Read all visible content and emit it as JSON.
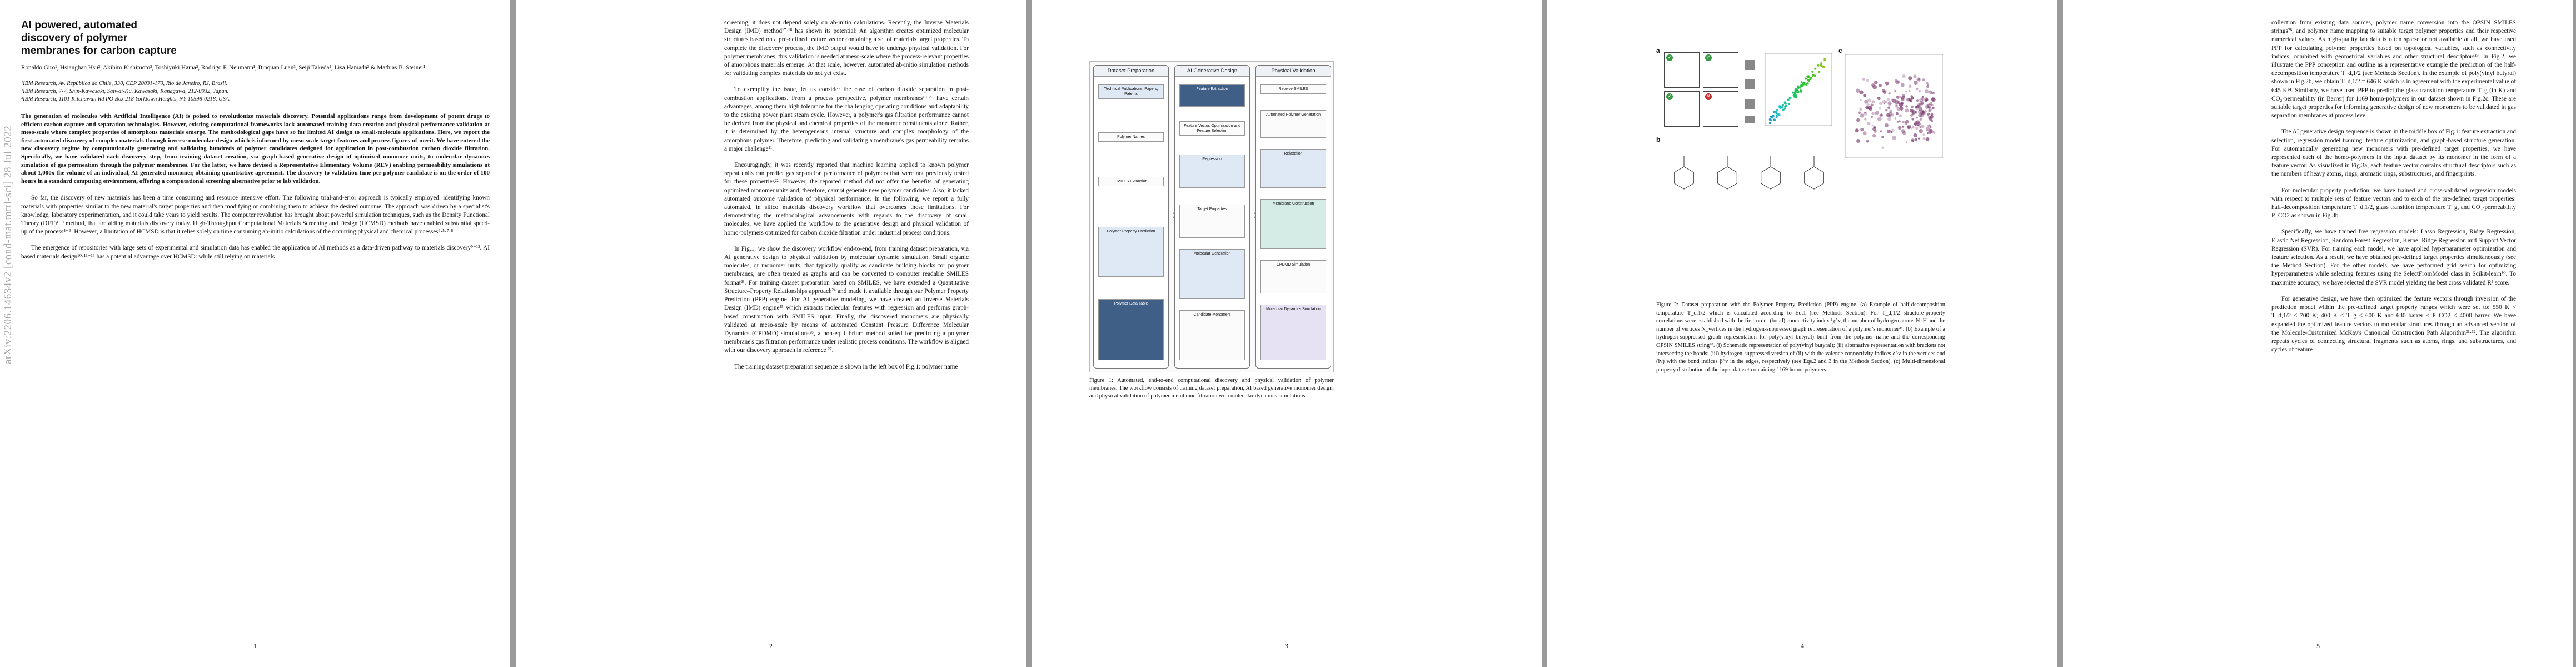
{
  "arxiv_id": "arXiv:2206.14634v2  [cond-mat.mtrl-sci]  28 Jul 2022",
  "pages": {
    "p1": {
      "title": "AI powered, automated discovery of polymer membranes for carbon capture",
      "authors": "Ronaldo Giro¹, Hsianghan Hsu², Akihiro Kishimoto², Toshiyuki Hama², Rodrigo F. Neumann¹, Binquan Luan³, Seiji Takeda², Lisa Hamada² & Mathias B. Steiner¹",
      "affiliations": [
        "¹IBM Research, Av. República do Chile, 330, CEP 20031-170, Rio de Janeiro, RJ, Brazil.",
        "²IBM Research, 7-7, Shin-Kawasaki, Saiwai-Ku, Kawasaki, Kanagawa, 212-0032, Japan.",
        "³IBM Research, 1101 Kitchawan Rd PO Box 218 Yorktown Heights, NY 10598-0218, USA."
      ],
      "abstract": "The generation of molecules with Artificial Intelligence (AI) is poised to revolutionize materials discovery. Potential applications range from development of potent drugs to efficient carbon capture and separation technologies. However, existing computational frameworks lack automated training data creation and physical performance validation at meso-scale where complex properties of amorphous materials emerge. The methodological gaps have so far limited AI design to small-molecule applications. Here, we report the first automated discovery of complex materials through inverse molecular design which is informed by meso-scale target features and process figures-of-merit. We have entered the new discovery regime by computationally generating and validating hundreds of polymer candidates designed for application in post-combustion carbon dioxide filtration. Specifically, we have validated each discovery step, from training dataset creation, via graph-based generative design of optimized monomer units, to molecular dynamics simulation of gas permeation through the polymer membranes. For the latter, we have devised a Representative Elementary Volume (REV) enabling permeability simulations at about 1,000x the volume of an individual, AI-generated monomer, obtaining quantitative agreement. The discovery-to-validation time per polymer candidate is on the order of 100 hours in a standard computing environment, offering a computational screening alternative prior to lab validation.",
      "paragraphs": [
        "So far, the discovery of new materials has been a time consuming and resource intensive effort. The following trial-and-error approach is typically employed: identifying known materials with properties similar to the new material's target properties and then modifying or combining them to achieve the desired outcome. The approach was driven by a specialist's knowledge, laboratory experimentation, and it could take years to yield results. The computer revolution has brought about powerful simulation techniques, such as the Density Functional Theory (DFT)¹⁻³ method, that are aiding materials discovery today. High-Throughput Computational Materials Screening and Design (HCMSD) methods have enabled substantial speed-up of the process⁴⁻⁶. However, a limitation of HCMSD is that it relies solely on time consuming ab-initio calculations of the occurring physical and chemical processes⁴·⁵·⁷·⁸.",
        "The emergence of repositories with large sets of experimental and simulation data has enabled the application of AI methods as a data-driven pathway to materials discovery⁹⁻¹². AI based materials design¹⁰·¹³⁻¹⁶ has a potential advantage over HCMSD: while still relying on materials"
      ],
      "page_number": "1"
    },
    "p2": {
      "paragraphs": [
        "screening, it does not depend solely on ab-initio calculations. Recently, the Inverse Materials Design (IMD) method¹⁷·¹⁸ has shown its potential: An algorithm creates optimized molecular structures based on a pre-defined feature vector containing a set of materials target properties. To complete the discovery process, the IMD output would have to undergo physical validation. For polymer membranes, this validation is needed at meso-scale where the process-relevant properties of amorphous materials emerge. At that scale, however, automated ab-initio simulation methods for validating complex materials do not yet exist.",
        "To exemplify the issue, let us consider the case of carbon dioxide separation in post-combustion applications. From a process perspective, polymer membranes¹⁹·²⁰ have certain advantages, among them high tolerance for the challenging operating conditions and adaptability to the existing power plant steam cycle. However, a polymer's gas filtration performance cannot be derived from the physical and chemical properties of the monomer constituents alone. Rather, it is determined by the heterogeneous internal structure and complex morphology of the amorphous polymer. Therefore, predicting and validating a membrane's gas permeability remains a major challenge²¹.",
        "Encouragingly, it was recently reported that machine learning applied to known polymer repeat units can predict gas separation performance of polymers that were not previously tested for these properties²². However, the reported method did not offer the benefits of generating optimized monomer units and, therefore, cannot generate new polymer candidates. Also, it lacked automated outcome validation of physical performance. In the following, we report a fully automated, in silico materials discovery workflow that overcomes those limitations. For demonstrating the methodological advancements with regards to the discovery of small molecules, we have applied the workflow to the generative design and physical validation of homo-polymers optimized for carbon dioxide filtration under industrial process conditions.",
        "In Fig.1, we show the discovery workflow end-to-end, from training dataset preparation, via AI generative design to physical validation by molecular dynamic simulation. Small organic molecules, or monomer units, that typically qualify as candidate building blocks for polymer membranes, are often treated as graphs and can be converted to computer readable SMILES format²³. For training dataset preparation based on SMILES, we have extended a Quantitative Structure–Property Relationships approach²⁴ and made it available through our Polymer Property Prediction (PPP) engine. For AI generative modeling, we have created an Inverse Materials Design (IMD) engine²⁵ which extracts molecular features with regression and performs graph-based construction with SMILES input. Finally, the discovered monomers are physically validated at meso-scale by means of automated Constant Pressure Difference Molecular Dynamics (CPDMD) simulations²⁶, a non-equilibrium method suited for predicting a polymer membrane's gas filtration performance under realistic process conditions. The workflow is aligned with our discovery approach in reference ²⁷.",
        "The training dataset preparation sequence is shown in the left box of Fig.1: polymer name"
      ],
      "page_number": "2"
    },
    "p3": {
      "figure": {
        "columns": [
          {
            "title": "Dataset Preparation",
            "boxes": [
              "Technical Publications, Papers, Patents",
              "Polymer Names",
              "SMILES Extraction",
              "Polymer Property Prediction",
              "Polymer Data Table"
            ]
          },
          {
            "title": "AI Generative Design",
            "boxes": [
              "Feature Extraction",
              "Feature Vector, Optimization and Feature Selection",
              "Regression",
              "Target Properties",
              "Molecular Generation",
              "Candidate Monomers"
            ]
          },
          {
            "title": "Physical Validation",
            "boxes": [
              "Receive SMILES",
              "Automated Polymer Generation",
              "Relaxation",
              "Membrane Construction",
              "CPDMD Simulation",
              "Molecular Dynamics Simulation"
            ]
          }
        ]
      },
      "caption": "Figure 1: Automated, end-to-end computational discovery and physical validation of polymer membranes. The workflow consists of training dataset preparation, AI based generative monomer design, and physical validation of polymer membrane filtration with molecular dynamics simulations.",
      "page_number": "3"
    },
    "p4": {
      "panels": [
        "a",
        "b",
        "c"
      ],
      "caption": "Figure 2: Dataset preparation with the Polymer Property Prediction (PPP) engine. (a) Example of half-decomposition temperature T_d,1/2 which is calculated according to Eq.1 (see Methods Section). For T_d,1/2 structure-property correlations were established with the first-order (bond) connectivity index ¹χ^v, the number of hydrogen atoms N_H and the number of vertices N_vertices in the hydrogen-suppressed graph representation of a polymer's monomer²⁴. (b) Example of a hydrogen-suppressed graph representation for poly(vinyl butyral) built from the polymer name and the corresponding OPSIN SMILES string²⁸. (i) Schematic representation of poly(vinyl butyral); (ii) alternative representation with brackets not intersecting the bonds; (iii) hydrogen-suppressed version of (ii) with the valence connectivity indices δ^v in the vertices and (iv) with the bond indices β^v in the edges, respectively (see Eqs.2 and 3 in the Methods Section). (c) Multi-dimensional property distribution of the input dataset containing 1169 homo-polymers.",
      "page_number": "4"
    },
    "p5": {
      "paragraphs": [
        "collection from existing data sources, polymer name conversion into the OPSIN SMILES strings²⁸, and polymer name mapping to suitable target polymer properties and their respective numerical values. As high-quality lab data is often sparse or not available at all, we have used PPP for calculating polymer properties based on topological variables, such as connectivity indices, combined with geometrical variables and other structural descriptors²⁹. In Fig.2, we illustrate the PPP conception and outline as a representative example the prediction of the half-decomposition temperature T_d,1/2 (see Methods Section). In the example of poly(vinyl butyral) shown in Fig.2b, we obtain T_d,1/2 = 646 K which is in agreement with the experimental value of 645 K²⁴. Similarly, we have used PPP to predict the glass transition temperature T_g (in K) and CO₂-permeability (in Barrer) for 1169 homo-polymers in our dataset shown in Fig.2c. These are suitable target properties for informing generative design of new monomers to be validated in gas separation membranes at process level.",
        "The AI generative design sequence is shown in the middle box of Fig.1: feature extraction and selection, regression model training, feature optimization, and graph-based structure generation. For automatically generating new monomers with pre-defined target properties, we have represented each of the homo-polymers in the input dataset by its monomer in the form of a feature vector. As visualized in Fig.3a, each feature vector contains structural descriptors such as the numbers of heavy atoms, rings, aromatic rings, substructures, and fingerprints.",
        "For molecular property prediction, we have trained and cross-validated regression models with respect to multiple sets of feature vectors and to each of the pre-defined target properties: half-decomposition temperature T_d,1/2, glass transition temperature T_g, and CO₂-permeability P_CO2 as shown in Fig.3b.",
        "Specifically, we have trained five regression models: Lasso Regression, Ridge Regression, Elastic Net Regression, Random Forest Regression, Kernel Ridge Regression and Support Vector Regression (SVR). For training each model, we have applied hyperparameter optimization and feature selection. As a result, we have obtained pre-defined target properties simultaneously (see the Method Section). For the other models, we have performed grid search for optimizing hyperparameters while selecting features using the SelectFromModel class in Scikit-learn³⁰. To maximize accuracy, we have selected the SVR model yielding the best cross validated R² score.",
        "For generative design, we have then optimized the feature vectors through inversion of the prediction model within the pre-defined target property ranges which were set to: 550 K < T_d,1/2 < 700 K; 400 K < T_g < 600 K and 630 barrer < P_CO2 < 4000 barrer. We have expanded the optimized feature vectors to molecular structures through an advanced version of the Molecule-Customized McKay's Canonical Construction Path Algorithm³¹·³². The algorithm repeats cycles of connecting structural fragments such as atoms, rings, and substructures, and cycles of feature"
      ],
      "page_number": "5"
    }
  }
}
